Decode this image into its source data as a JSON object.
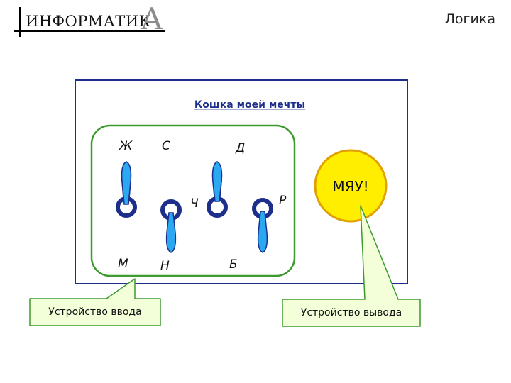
{
  "header": {
    "logo_text": "ИНФОРМАТИК",
    "logo_big_letter": "А",
    "section": "Логика"
  },
  "diagram": {
    "title": "Кошка моей мечты",
    "switch_letters": {
      "zh": "Ж",
      "s": "С",
      "d": "Д",
      "ch": "Ч",
      "r": "Р",
      "m": "М",
      "n": "Н",
      "b": "Б"
    },
    "output_text": "МЯУ!",
    "input_callout": "Устройство ввода",
    "output_callout": "Устройство вывода",
    "colors": {
      "panel_border": "#1d2f8a",
      "input_border": "#3c9a2e",
      "switch_fill": "#2aa8f2",
      "switch_ring": "#1d2f8a",
      "lamp_fill": "#ffee00",
      "lamp_border": "#e0a000",
      "callout_fill": "#f3ffd8"
    }
  }
}
